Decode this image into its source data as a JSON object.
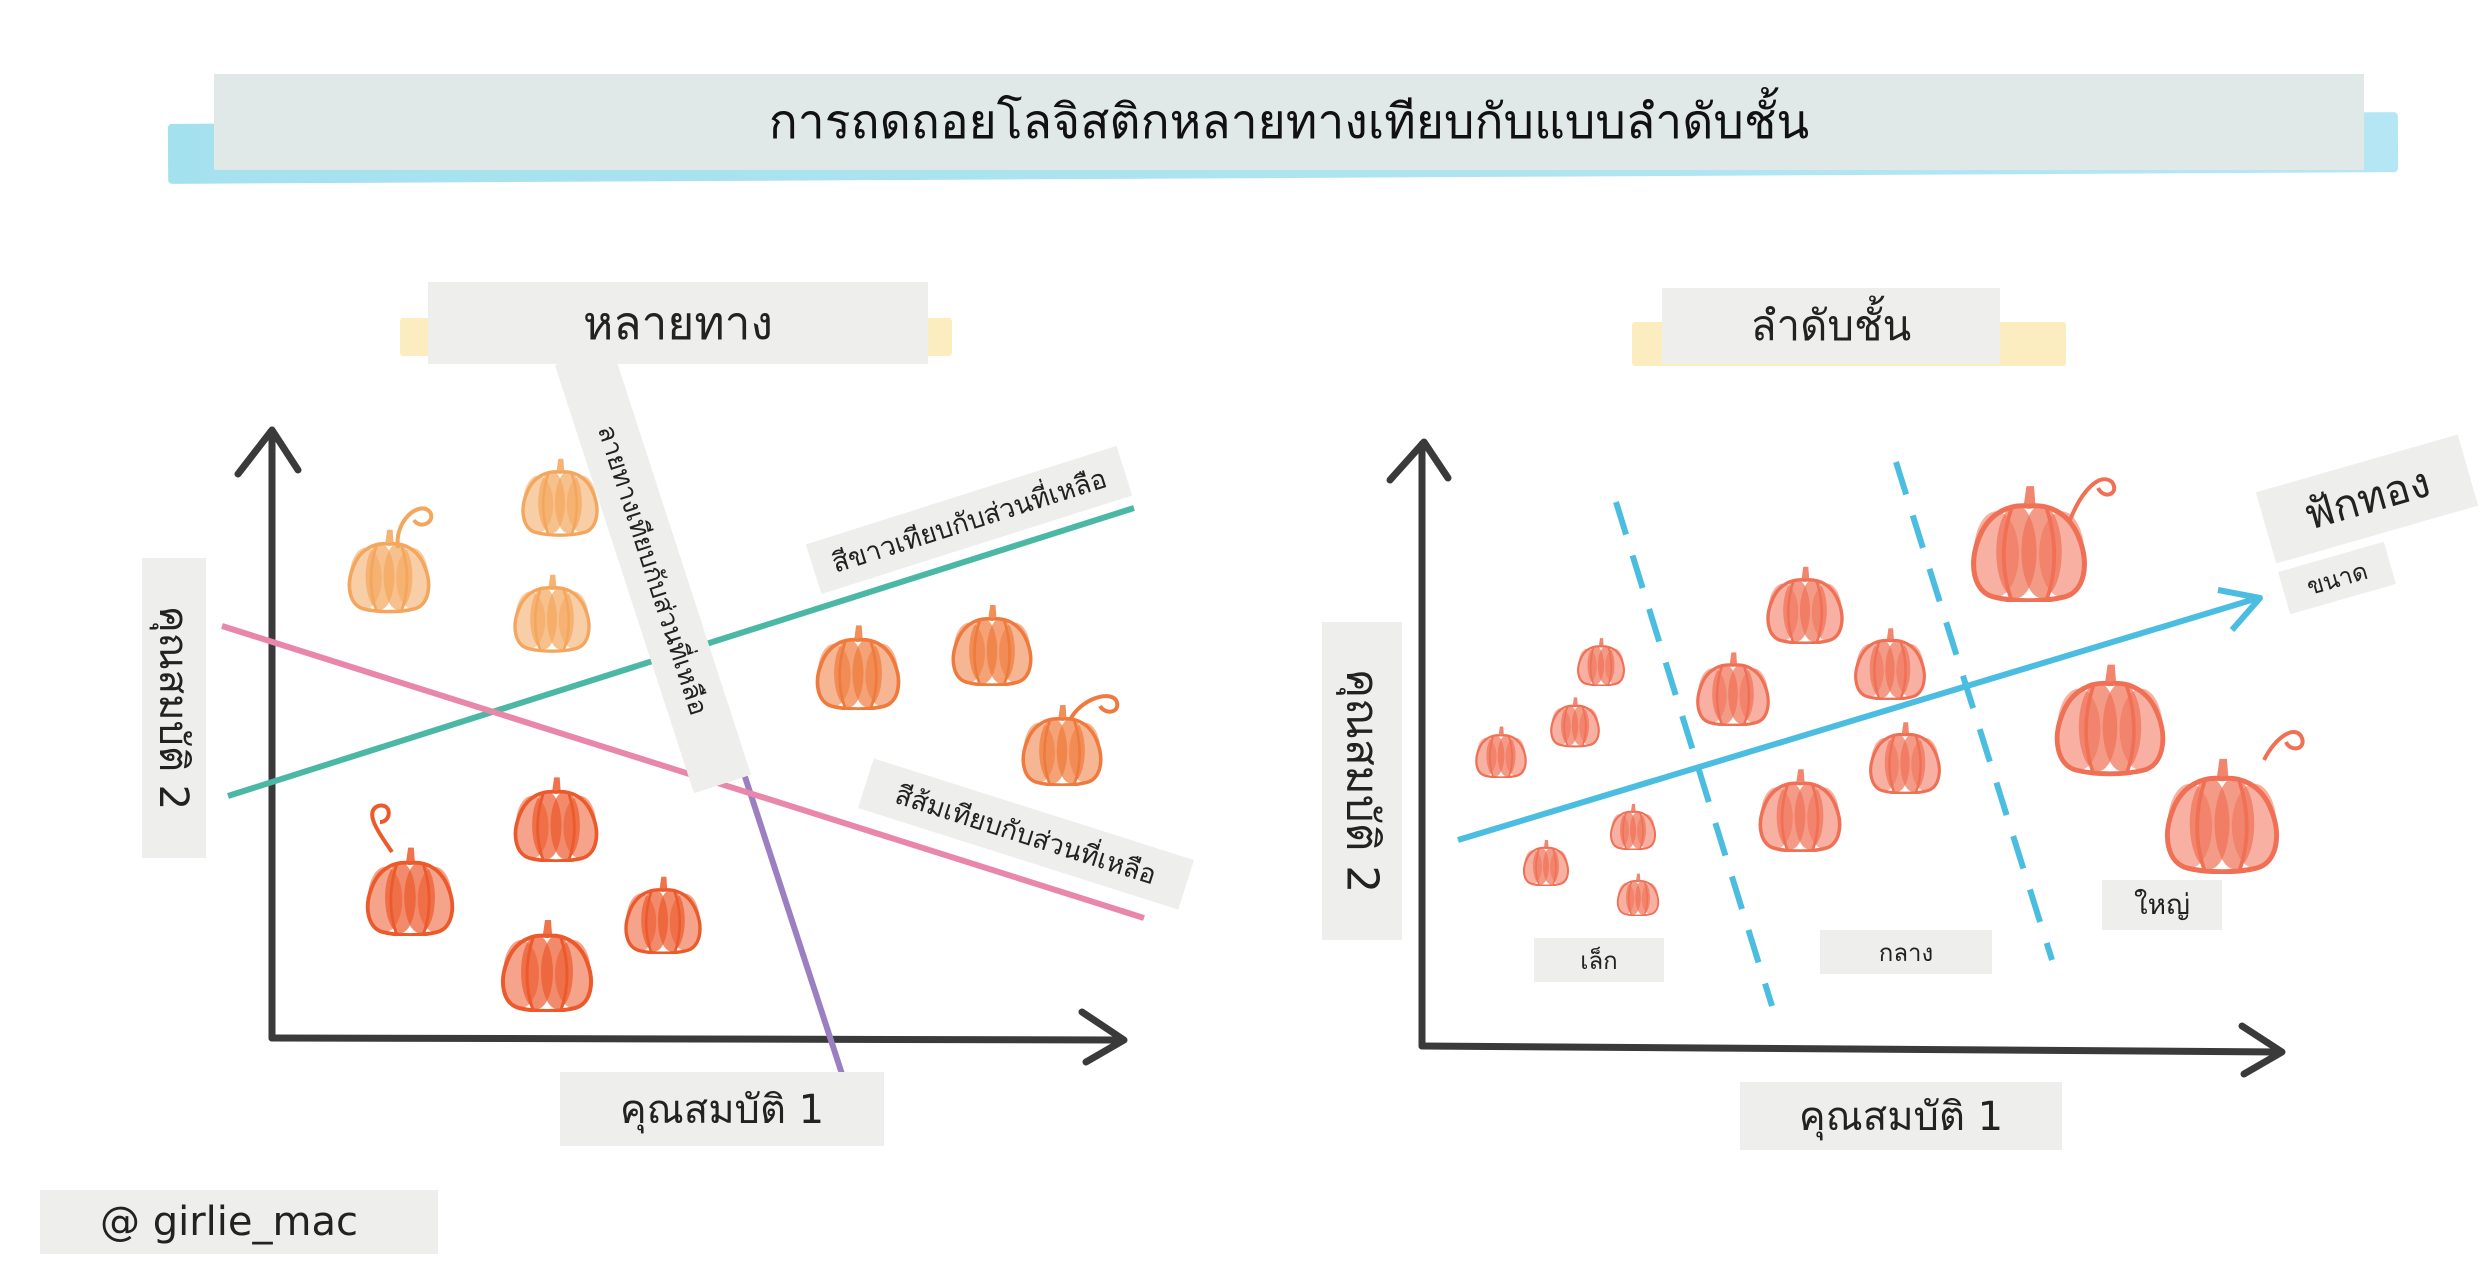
{
  "title": "การถดถอยโลจิสติกหลายทางเทียบกับแบบลำดับชั้น",
  "left_panel": {
    "heading": "หลายทาง",
    "y_axis_label": "คุณสมบัติ 2",
    "x_axis_label": "คุณสมบัติ 1",
    "lines": {
      "purple": "ลายทางเทียบกับส่วนที่เหลือ",
      "teal": "สีขาวเทียบกับส่วนที่เหลือ",
      "pink": "สีส้มเทียบกับส่วนที่เหลือ"
    },
    "colors": {
      "light": "#f3a65c",
      "medium": "#ef7a3c",
      "dark": "#ec5a2c",
      "purple": "#9b7fc0",
      "teal": "#4bb8a6",
      "pink": "#e887aa"
    }
  },
  "right_panel": {
    "heading": "ลำดับชั้น",
    "y_axis_label": "คุณสมบัติ 2",
    "x_axis_label": "คุณสมบัติ 1",
    "arrow_title": "ฟักทอง",
    "arrow_subtitle": "ขนาด",
    "size_labels": {
      "small": "เล็ก",
      "medium": "กลาง",
      "large": "ใหญ่"
    },
    "colors": {
      "pumpkin": "#f07055",
      "axis": "#4bbde0"
    }
  },
  "credit": "@ girlie_mac"
}
